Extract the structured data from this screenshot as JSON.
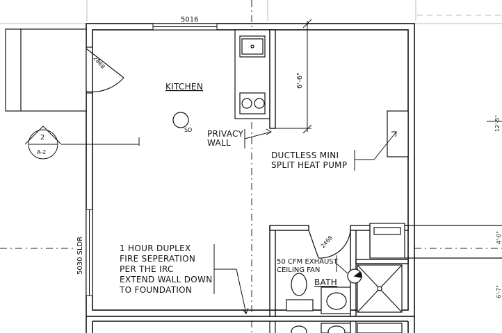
{
  "plan": {
    "rooms": {
      "kitchen": "KITCHEN",
      "bath": "BATH"
    },
    "notes": {
      "privacy_line1": "PRIVACY",
      "privacy_line2": "WALL",
      "ductless_line1": "DUCTLESS MINI",
      "ductless_line2": "SPLIT HEAT PUMP",
      "fire_line1": "1 HOUR DUPLEX",
      "fire_line2": "FIRE SEPERATION",
      "fire_line3": "PER THE IRC",
      "fire_line4": "EXTEND WALL DOWN",
      "fire_line5": "TO FOUNDATION",
      "fan_line1": "50 CFM EXHAUST",
      "fan_line2": "CEILING FAN"
    },
    "tags": {
      "window_top": "5016",
      "door_entry": "2868",
      "door_bath": "2468",
      "slider": "5030 SLDR",
      "smoke_detector": "SD",
      "dimension_vertical": "6'-6\"",
      "section_number": "2",
      "section_sheet": "A-2",
      "edge_dim_1": "12'-5\"",
      "edge_dim_2": "4'-0\"",
      "edge_dim_3": "6'-7\""
    }
  }
}
